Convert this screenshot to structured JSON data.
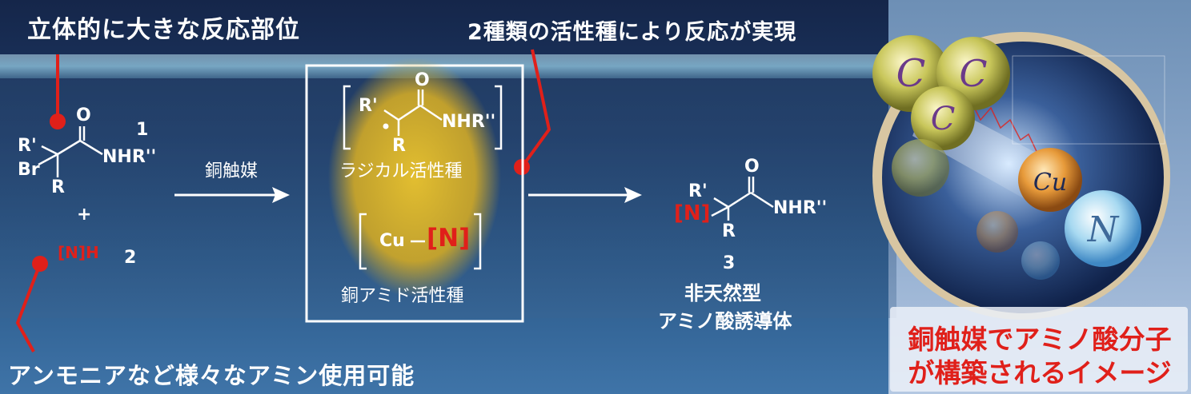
{
  "headings": {
    "reactive_site": "立体的に大きな反応部位",
    "two_species": "2種類の活性種により反応が実現",
    "amines": "アンモニアなど様々なアミン使用可能"
  },
  "reactant1": {
    "number": "1",
    "o": "O",
    "r_prime": "R'",
    "br": "Br",
    "r": "R",
    "nhr": "NHR''"
  },
  "plus": "+",
  "reactant2": {
    "nh_n": "[N]",
    "nh_h": "H",
    "number": "2"
  },
  "catalyst_label": "銅触媒",
  "intermediates": {
    "radical": {
      "o": "O",
      "r_prime": "R'",
      "r": "R",
      "nhr": "NHR''",
      "label": "ラジカル活性種"
    },
    "amide": {
      "cu": "Cu",
      "n": "[N]",
      "label": "銅アミド活性種"
    }
  },
  "product": {
    "o": "O",
    "r_prime": "R'",
    "n": "[N]",
    "r": "R",
    "nhr": "NHR''",
    "number": "3",
    "label_line1": "非天然型",
    "label_line2": "アミノ酸誘導体"
  },
  "illustration": {
    "atoms": [
      "C",
      "C",
      "C",
      "Cu",
      "N"
    ]
  },
  "caption": {
    "line1": "銅触媒でアミノ酸分子",
    "line2": "が構築されるイメージ"
  },
  "colors": {
    "accent_red": "#e0201a",
    "highlight_yellow": "#d8b22a",
    "text_white": "#ffffff"
  }
}
